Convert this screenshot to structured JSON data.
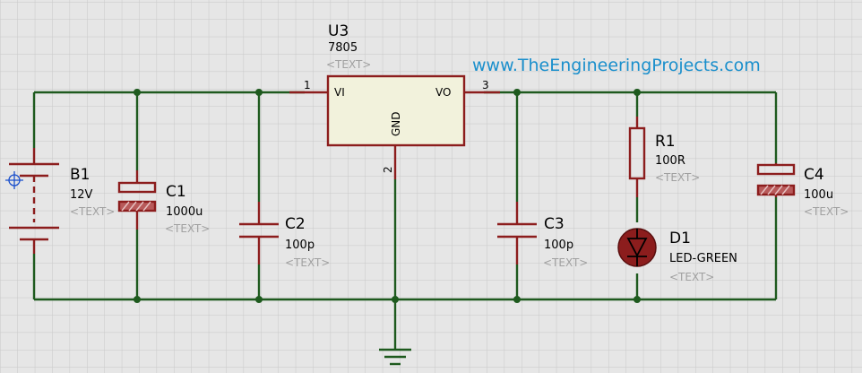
{
  "watermark": "www.TheEngineeringProjects.com",
  "regulator": {
    "ref": "U3",
    "value": "7805",
    "text": "<TEXT>",
    "pin_vi": "VI",
    "pin_vo": "VO",
    "pin_gnd": "GND",
    "pin1": "1",
    "pin2": "2",
    "pin3": "3"
  },
  "battery": {
    "ref": "B1",
    "value": "12V",
    "text": "<TEXT>"
  },
  "c1": {
    "ref": "C1",
    "value": "1000u",
    "text": "<TEXT>"
  },
  "c2": {
    "ref": "C2",
    "value": "100p",
    "text": "<TEXT>"
  },
  "c3": {
    "ref": "C3",
    "value": "100p",
    "text": "<TEXT>"
  },
  "c4": {
    "ref": "C4",
    "value": "100u",
    "text": "<TEXT>"
  },
  "r1": {
    "ref": "R1",
    "value": "100R",
    "text": "<TEXT>"
  },
  "d1": {
    "ref": "D1",
    "value": "LED-GREEN",
    "text": "<TEXT>"
  },
  "colors": {
    "background": "#e6e6e6",
    "grid": "#c8c8c8",
    "wire": "#1e5a1e",
    "component": "#8c1d1d",
    "ic_body": "#f2f2dc",
    "led_body": "#8c1d1d",
    "watermark": "#1a8fcc",
    "placeholder_text": "#a0a0a0"
  }
}
